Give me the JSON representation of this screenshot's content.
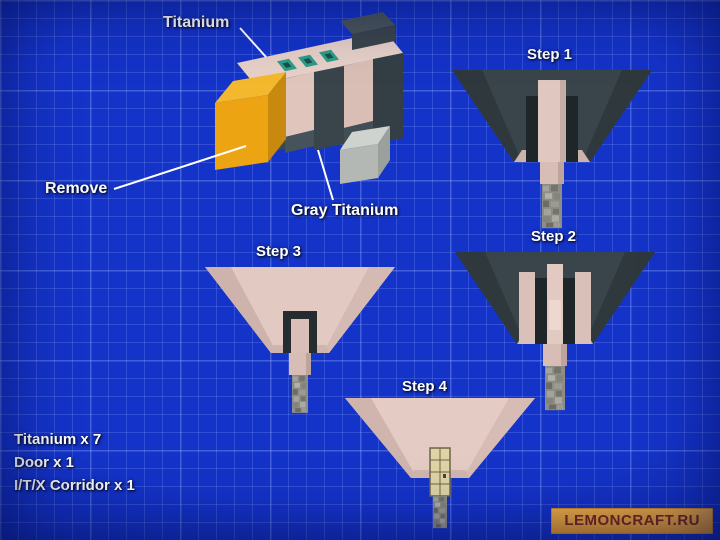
{
  "callouts": {
    "titanium": "Titanium",
    "remove": "Remove",
    "gray_titanium": "Gray Titanium"
  },
  "steps": [
    {
      "label": "Step 1"
    },
    {
      "label": "Step 2"
    },
    {
      "label": "Step 3"
    },
    {
      "label": "Step 4"
    }
  ],
  "materials": {
    "items": [
      "Titanium x 7",
      "Door x 1",
      "I/T/X Corridor x 1"
    ]
  },
  "watermark": {
    "text": "LEMONCRAFT.RU"
  },
  "palette": {
    "blueprint_background": "#1433c8",
    "blueprint_grid": "#8cafff",
    "titanium_block_pink": "#e2cac2",
    "gray_titanium_block": "#39454b",
    "remove_block_yellow": "#eca413",
    "cobblestone": "#8d8d85",
    "door": "#ded4a6",
    "teal_vent": "#2f9c8a",
    "watermark_background": "#efa733",
    "watermark_text": "#7e2a1a"
  }
}
